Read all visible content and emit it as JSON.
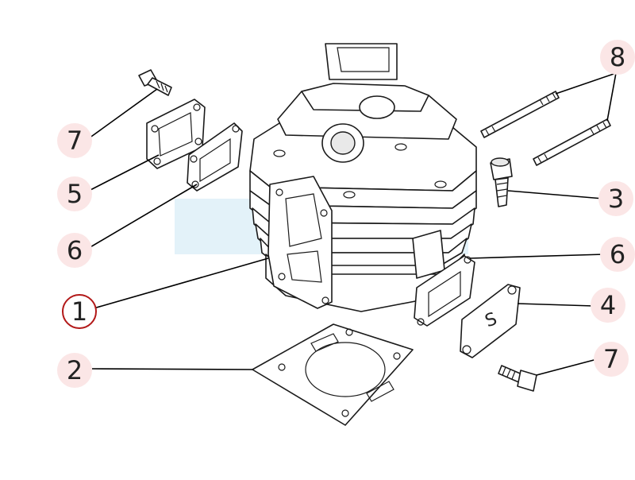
{
  "callouts": [
    {
      "id": "c7a",
      "label": "7",
      "selected": false
    },
    {
      "id": "c5",
      "label": "5",
      "selected": false
    },
    {
      "id": "c6a",
      "label": "6",
      "selected": false
    },
    {
      "id": "c1",
      "label": "1",
      "selected": true
    },
    {
      "id": "c2",
      "label": "2",
      "selected": false
    },
    {
      "id": "c8",
      "label": "8",
      "selected": false
    },
    {
      "id": "c3",
      "label": "3",
      "selected": false
    },
    {
      "id": "c6b",
      "label": "6",
      "selected": false
    },
    {
      "id": "c4",
      "label": "4",
      "selected": false
    },
    {
      "id": "c7b",
      "label": "7",
      "selected": false
    }
  ],
  "cover_marking": "S",
  "colors": {
    "callout_fill": "#fbe6e6",
    "selected_ring": "#b21818",
    "watermark": "#d7ecf7"
  }
}
